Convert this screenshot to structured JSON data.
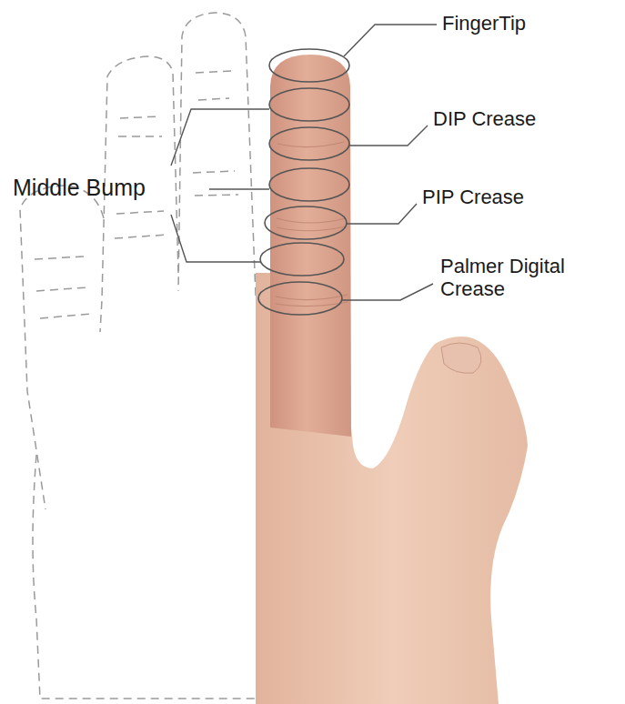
{
  "diagram": {
    "labels": [
      "FingerTip",
      "DIP Crease",
      "Middle Bump",
      "PIP Crease",
      "Palmer Digital Crease"
    ]
  }
}
